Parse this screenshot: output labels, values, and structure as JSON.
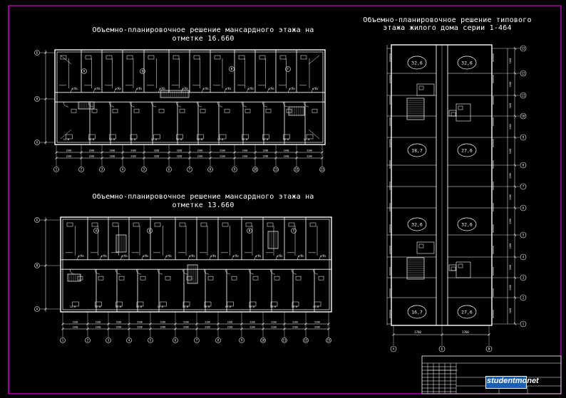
{
  "drawings": {
    "plan_top": {
      "title_line1": "Объемно-планировочное решение мансардного этажа на",
      "title_line2": "отметке 16.660",
      "room_labels": [
        "А",
        "Б",
        "В",
        "Г"
      ]
    },
    "plan_bottom": {
      "title_line1": "Объемно-планировочное решение мансардного этажа на",
      "title_line2": "отметке 13.660",
      "room_labels": [
        "А",
        "Б",
        "В",
        "Г"
      ]
    },
    "plan_typical": {
      "title_line1": "Объемно-планировочное решение типового",
      "title_line2": "этажа жилого дома серии 1-464",
      "areas": [
        "32,6",
        "32,6",
        "18,7",
        "27,6",
        "32,6",
        "32,6",
        "16,7",
        "27,6"
      ],
      "bottom_dims": [
        "3760",
        "3760"
      ]
    }
  },
  "watermark": {
    "text": "studentmonet"
  },
  "colors": {
    "background": "#000000",
    "lines": "#ffffff",
    "frame": "#ff00ff",
    "hatch": "#bfbfbf"
  }
}
